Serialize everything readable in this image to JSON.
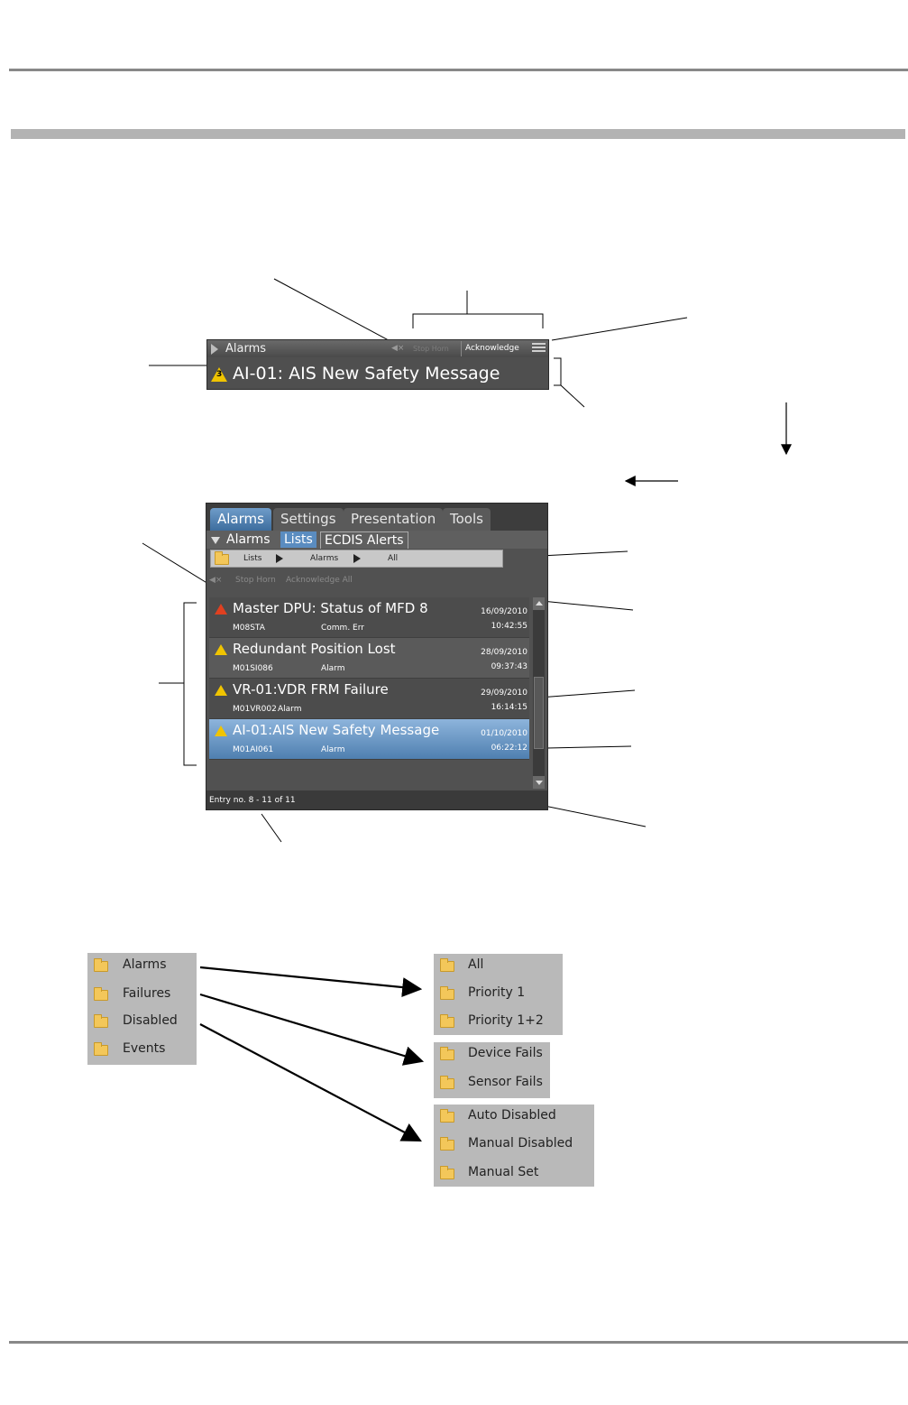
{
  "alarm_bar": {
    "title": "Alarms",
    "mute_label": "◀×",
    "stop_horn": "Stop Horn",
    "acknowledge": "Acknowledge",
    "priority_badge": "3",
    "message": "AI-01: AIS New Safety Message"
  },
  "list_panel": {
    "tabs": [
      "Alarms",
      "Settings",
      "Presentation",
      "Tools"
    ],
    "subtabs": [
      "Alarms",
      "Lists",
      "ECDIS Alerts"
    ],
    "breadcrumb": [
      "Lists",
      "Alarms",
      "All"
    ],
    "toolbar": {
      "mute_label": "◀×",
      "stop_horn": "Stop Horn",
      "acknowledge_all": "Acknowledge All"
    },
    "alarms": [
      {
        "title": "Master DPU: Status of MFD 8",
        "code": "M08STA",
        "category": "Comm. Err",
        "date": "16/09/2010",
        "time": "10:42:55",
        "icon": "red-warning-icon"
      },
      {
        "title": "Redundant Position Lost",
        "code": "M01SI086",
        "category": "Alarm",
        "date": "28/09/2010",
        "time": "09:37:43",
        "icon": "yellow-warning-icon"
      },
      {
        "title": "VR-01:VDR FRM Failure",
        "code": "M01VR002",
        "category": "Alarm",
        "date": "29/09/2010",
        "time": "16:14:15",
        "icon": "yellow-warning-icon"
      },
      {
        "title": "AI-01:AIS New Safety Message",
        "code": "M01AI061",
        "category": "Alarm",
        "date": "01/10/2010",
        "time": "06:22:12",
        "icon": "yellow-warning-icon"
      }
    ],
    "footer": "Entry no. 8 - 11 of 11"
  },
  "folders": {
    "main": [
      "Alarms",
      "Failures",
      "Disabled",
      "Events"
    ],
    "alarms_sub": [
      "All",
      "Priority 1",
      "Priority 1+2"
    ],
    "failures_sub": [
      "Device Fails",
      "Sensor Fails"
    ],
    "disabled_sub": [
      "Auto Disabled",
      "Manual Disabled",
      "Manual Set"
    ]
  },
  "colors": {
    "panel": "#515151",
    "selected_row": "#5a8cc0",
    "warning_yellow": "#f0c400",
    "warning_red": "#e04020",
    "folder": "#f3c75a",
    "folder_box": "#b9b9b9"
  }
}
